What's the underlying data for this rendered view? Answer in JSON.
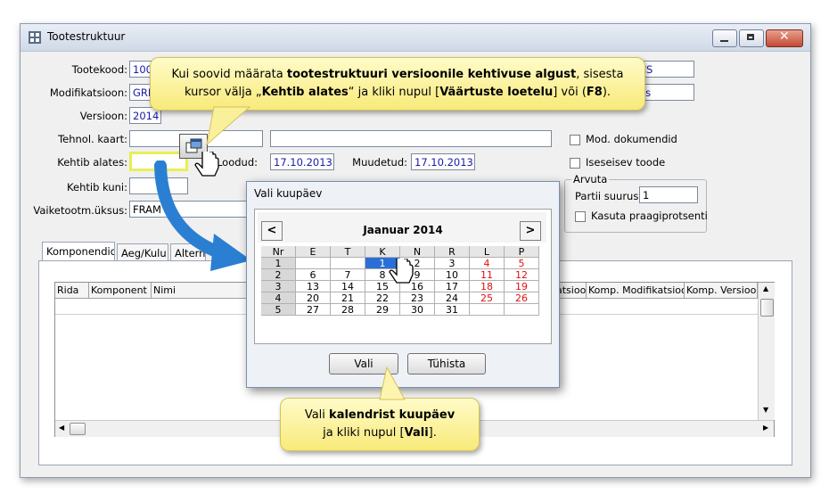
{
  "window": {
    "title": "Tootestruktuur"
  },
  "form": {
    "tootekood_label": "Tootekood:",
    "tootekood_value": "100",
    "modifikatsioon_label": "Modifikatsioon:",
    "modifikatsioon_value": "GRE",
    "versioon_label": "Versioon:",
    "versioon_value": "2014",
    "tehnol_kaart_label": "Tehnol. kaart:",
    "kehtib_alates_label": "Kehtib alates:",
    "kehtib_kuni_label": "Kehtib kuni:",
    "vaiketootm_label": "Vaiketootm.üksus:",
    "vaiketootm_value": "FRAM",
    "loodud_label": "Loodud:",
    "loodud_value": "17.10.2013",
    "muudetud_label": "Muudetud:",
    "muudetud_value": "17.10.2013",
    "right_top_value": "CS",
    "right_second_value": "es",
    "mod_dokumendid_label": "Mod. dokumendid",
    "iseseisev_toode_label": "Iseseisev toode",
    "arvuta_legend": "Arvuta",
    "partii_suurus_label": "Partii suurus:",
    "partii_suurus_value": "1",
    "kasuta_praagiprotsenti_label": "Kasuta praagiprotsenti"
  },
  "tabs": [
    "Komponendid",
    "Aeg/Kulu",
    "Altern"
  ],
  "grid": {
    "columns_left": [
      "Rida",
      "Komponent",
      "Nimi"
    ],
    "columns_right": [
      "atsioo",
      "Komp. Modifikatsioo",
      "Komp. Versioo"
    ]
  },
  "callout_top": {
    "part1": "Kui soovid määrata ",
    "bold1": "tootestruktuuri versioonile kehtivuse algust",
    "part2": ", sisesta",
    "part3": "kursor välja „",
    "bold2": "Kehtib alates",
    "part4": "“ ja kliki nupul [",
    "bold3": "Väärtuste loetelu",
    "part5": "] või (",
    "bold4": "F8",
    "part6": ")."
  },
  "callout_bottom": {
    "part1": "Vali ",
    "bold1": "kalendrist kuupäev",
    "part2": "ja kliki nupul [",
    "bold2": "Vali",
    "part3": "]."
  },
  "dialog": {
    "title": "Vali kuupäev",
    "month_label": "Jaanuar 2014",
    "prev": "<",
    "next": ">",
    "header": [
      "Nr",
      "E",
      "T",
      "K",
      "N",
      "R",
      "L",
      "P"
    ],
    "weeks": [
      [
        "1",
        "",
        "",
        "1",
        "2",
        "3",
        "4",
        "5"
      ],
      [
        "2",
        "6",
        "7",
        "8",
        "9",
        "10",
        "11",
        "12"
      ],
      [
        "3",
        "13",
        "14",
        "15",
        "16",
        "17",
        "18",
        "19"
      ],
      [
        "4",
        "20",
        "21",
        "22",
        "23",
        "24",
        "25",
        "26"
      ],
      [
        "5",
        "27",
        "28",
        "29",
        "30",
        "31",
        "",
        ""
      ]
    ],
    "selected_day": "1",
    "weekend_color": "#e01010",
    "select_color": "#2a6fd6",
    "ok_label": "Vali",
    "cancel_label": "Tühista"
  }
}
